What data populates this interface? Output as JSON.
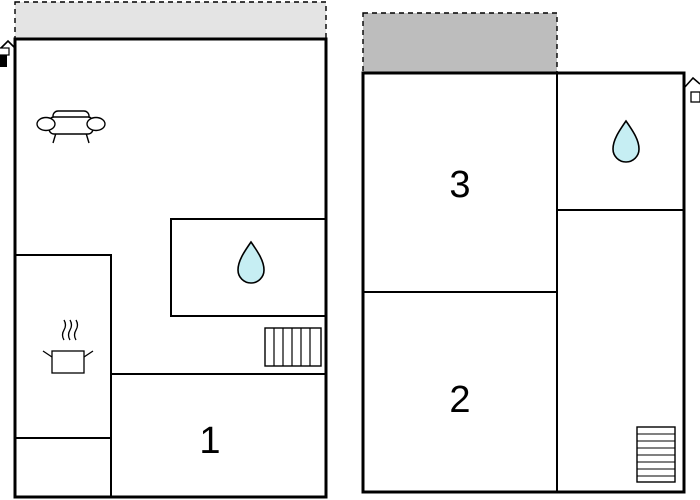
{
  "floors": [
    {
      "name": "ground-floor",
      "rooms": [
        {
          "id": "room-1",
          "label": "1"
        }
      ],
      "icons": [
        "sofa-icon",
        "bathroom-water-drop-icon",
        "kitchen-pot-icon",
        "staircase-icon",
        "entrance-door-icon"
      ]
    },
    {
      "name": "upper-floor",
      "rooms": [
        {
          "id": "room-3",
          "label": "3"
        },
        {
          "id": "room-2",
          "label": "2"
        }
      ],
      "icons": [
        "bathroom-water-drop-icon",
        "staircase-icon",
        "entrance-door-icon"
      ]
    }
  ],
  "colors": {
    "wall": "#000000",
    "background": "#ffffff",
    "water_drop": "#c6eef3",
    "terrace_light": "#e4e4e4",
    "terrace_dark": "#bdbdbd"
  }
}
